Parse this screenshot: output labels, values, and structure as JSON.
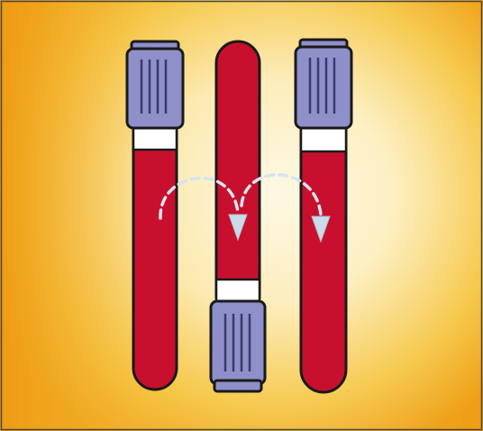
{
  "illustration": {
    "subject": "three-blood-tubes-inversion",
    "tubes": [
      {
        "orientation": "upright",
        "cap": "cap-top"
      },
      {
        "orientation": "inverted",
        "cap": "cap-bottom"
      },
      {
        "orientation": "upright",
        "cap": "cap-top"
      }
    ],
    "arrows": [
      "curved-arrow",
      "curved-arrow"
    ],
    "colors": {
      "blood": "#c8102e",
      "cap": "#8f8fc9",
      "cap_stripe": "#3a3a6a",
      "label_band": "#ffffff",
      "outline": "#1a1a1a",
      "background_warm": "#f2b320",
      "background_light": "#fff9e6",
      "arrow": "#d9e6f2"
    }
  }
}
